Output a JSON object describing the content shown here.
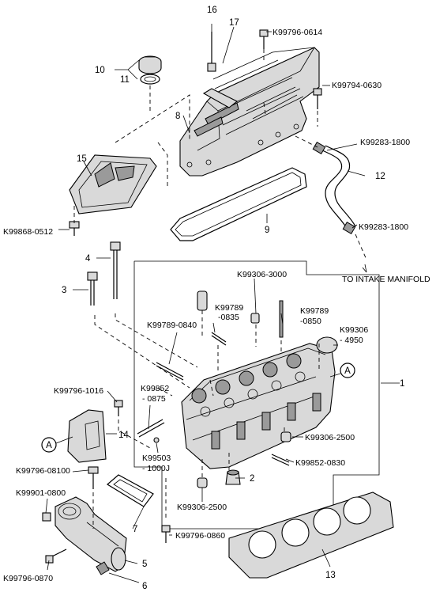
{
  "parts": {
    "p1": "1",
    "p2": "2",
    "p3": "3",
    "p4": "4",
    "p5": "5",
    "p6": "6",
    "p7": "7",
    "p8": "8",
    "p9": "9",
    "p10": "10",
    "p11": "11",
    "p12": "12",
    "p13": "13",
    "p14": "14",
    "p15": "15",
    "p16": "16",
    "p17": "17"
  },
  "codes": {
    "k0614": "K99796-0614",
    "k0630": "K99794-0630",
    "k1800a": "K99283-1800",
    "k1800b": "K99283-1800",
    "k0512": "K99868-0512",
    "k3000": "K99306-3000",
    "k0835a": "K99789",
    "k0835b": "-0835",
    "k0850a": "K99789",
    "k0850b": "-0850",
    "k0840": "K99789-0840",
    "k4950a": "K99306",
    "k4950b": "- 4950",
    "k1016": "K99796-1016",
    "k0875a": "K99852",
    "k0875b": "- 0875",
    "k10003a": "K99503",
    "k10003b": "- 1000J",
    "k2500a": "K99306-2500",
    "k0830": "K99852-0830",
    "k08100": "K99796-08100",
    "k2500b": "K99306-2500",
    "k0800": "K99901-0800",
    "k0860": "K99796-0860",
    "k0870": "K99796-0870"
  },
  "annotation": "TO INTAKE MANIFOLD",
  "marker": "A"
}
